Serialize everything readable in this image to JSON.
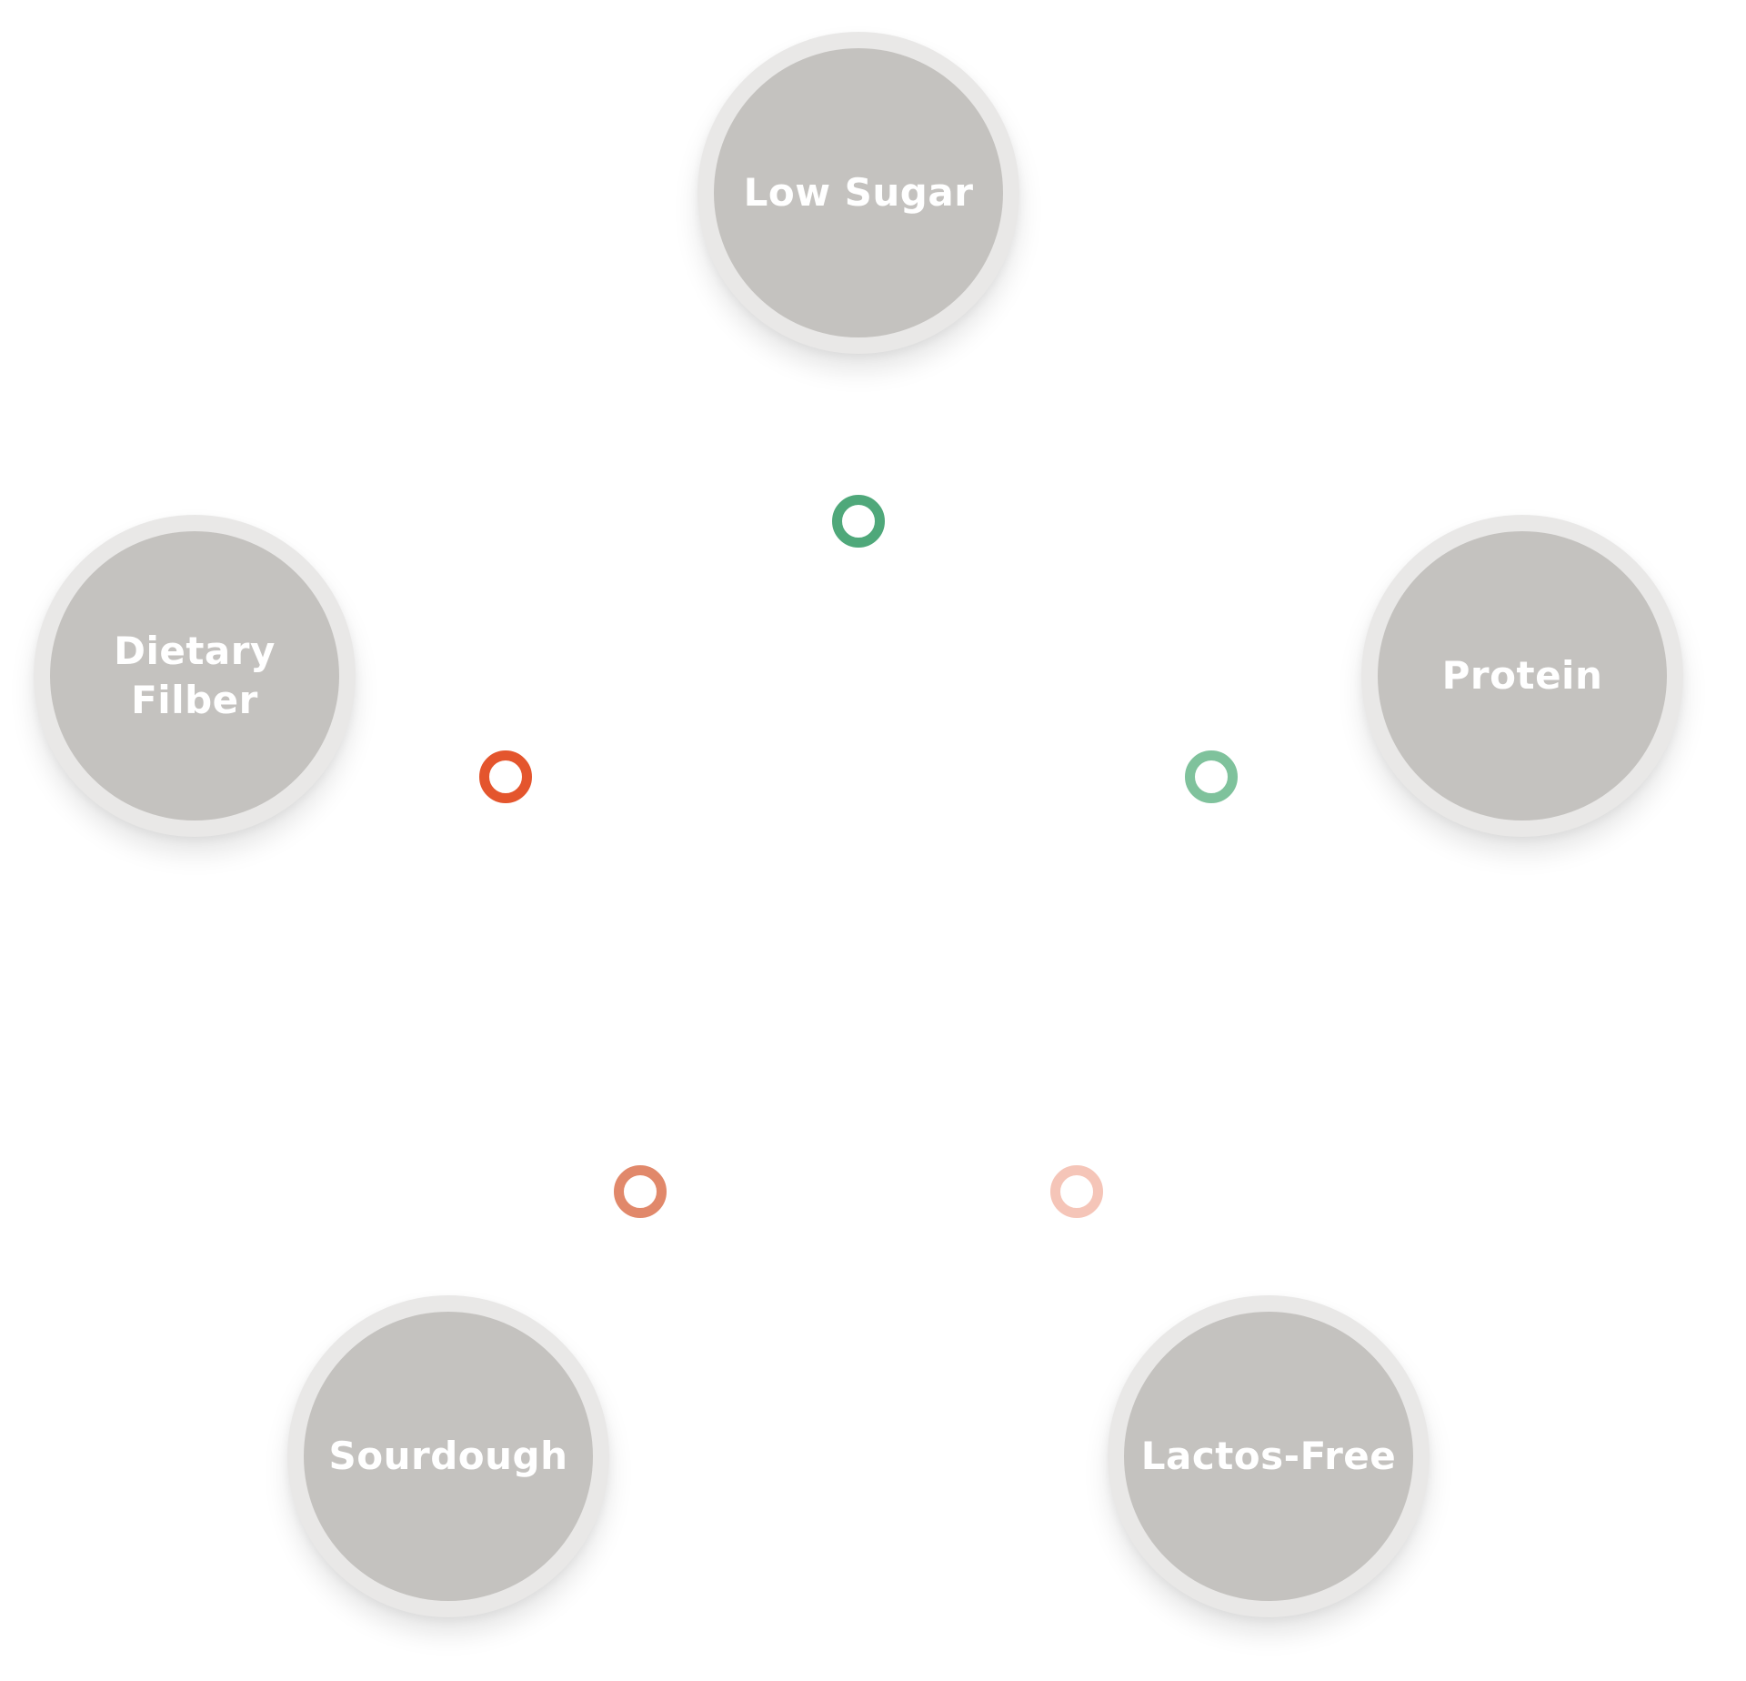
{
  "nodes": [
    {
      "id": "low-sugar",
      "label": "Low Sugar"
    },
    {
      "id": "protein",
      "label": "Protein"
    },
    {
      "id": "lactos-free",
      "label": "Lactos-Free"
    },
    {
      "id": "sourdough",
      "label": "Sourdough"
    },
    {
      "id": "dietary-filber",
      "label": "Dietary\nFilber"
    }
  ],
  "markers": [
    {
      "id": "low-sugar",
      "color": "#4fa87a"
    },
    {
      "id": "protein",
      "color": "#7fc29c"
    },
    {
      "id": "lactos-free",
      "color": "#f5c5b8"
    },
    {
      "id": "sourdough",
      "color": "#e1886a"
    },
    {
      "id": "dietary-filber",
      "color": "#e4552d"
    }
  ]
}
